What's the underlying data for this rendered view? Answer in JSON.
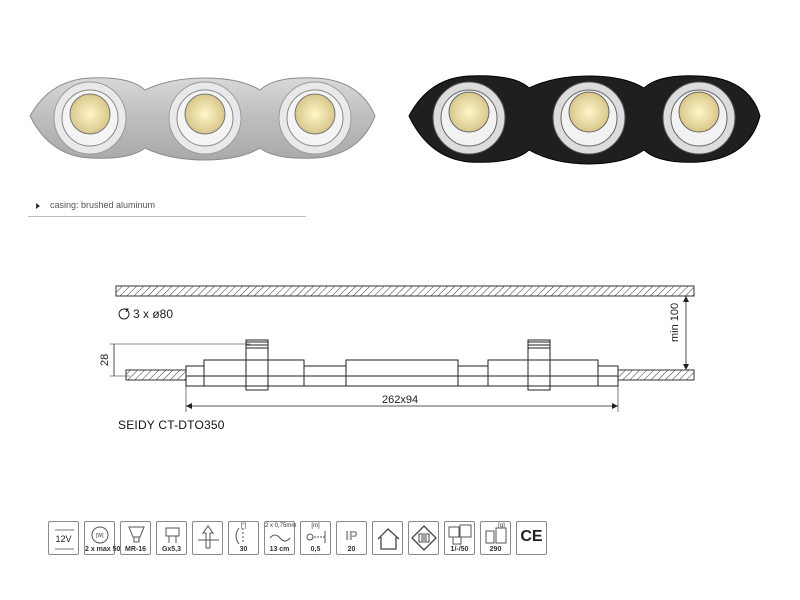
{
  "product": {
    "model": "SEIDY CT-DTO350",
    "casing_note": "casing: brushed aluminum",
    "variants": [
      {
        "name": "aluminium-variant",
        "finish_color": "#c9c9c9"
      },
      {
        "name": "black-variant",
        "finish_color": "#222222"
      }
    ]
  },
  "drawing": {
    "holes": "3 x ø80",
    "height_dim": "28",
    "cutout_dim": "262x94",
    "clearance_dim": "min 100"
  },
  "spec_icons": [
    {
      "name": "voltage-icon",
      "top": "",
      "center": "12V",
      "label": ""
    },
    {
      "name": "lamp-power-icon",
      "top": "",
      "center": "",
      "label": "2 x max 50"
    },
    {
      "name": "bulb-type-icon",
      "top": "",
      "center": "",
      "label": "MR-16"
    },
    {
      "name": "socket-icon",
      "top": "",
      "center": "",
      "label": "Gx5,3"
    },
    {
      "name": "mounting-direction-icon",
      "top": "",
      "center": "",
      "label": ""
    },
    {
      "name": "tilt-angle-icon",
      "top": "[°]",
      "center": "",
      "label": "30"
    },
    {
      "name": "cable-icon",
      "top": "2 x 0,75mm",
      "center": "",
      "label": "13 cm"
    },
    {
      "name": "distance-icon",
      "top": "[m]",
      "center": "",
      "label": "0,5"
    },
    {
      "name": "ip-rating-icon",
      "top": "",
      "center": "IP",
      "label": "20"
    },
    {
      "name": "indoor-use-icon",
      "top": "",
      "center": "",
      "label": ""
    },
    {
      "name": "protection-class-icon",
      "top": "",
      "center": "",
      "label": ""
    },
    {
      "name": "packaging-icon",
      "top": "",
      "center": "",
      "label": "1/-/50"
    },
    {
      "name": "weight-icon",
      "top": "[g]",
      "center": "",
      "label": "290"
    },
    {
      "name": "ce-mark-icon",
      "top": "",
      "center": "CE",
      "label": ""
    }
  ]
}
